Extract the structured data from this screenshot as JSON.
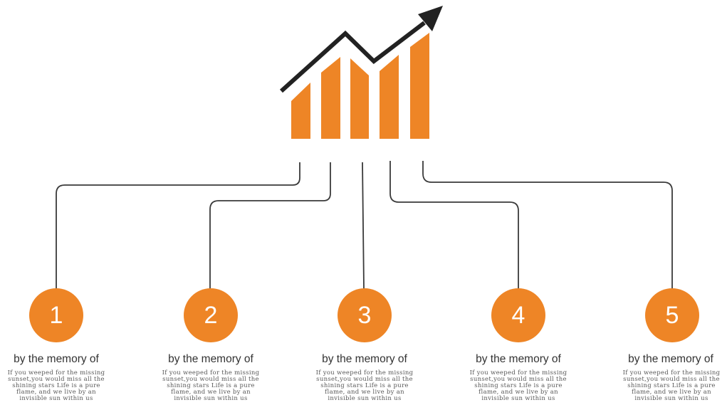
{
  "colors": {
    "accent": "#EE8526",
    "line": "#3a3a3a",
    "arrow": "#222222"
  },
  "icon": "growth-bar-chart-arrow-icon",
  "items": [
    {
      "number": "1",
      "title": "by the memory of",
      "text": "If you weeped for the missing sunset,you would miss all the shining stars Life is a pure flame, and we live by an invisible sun within us"
    },
    {
      "number": "2",
      "title": "by the memory of",
      "text": "If you weeped for the missing sunset,you would miss all the shining stars Life is a pure flame, and we live by an invisible sun within us"
    },
    {
      "number": "3",
      "title": "by the memory of",
      "text": "If you weeped for the missing sunset,you would miss all the shining stars Life is a pure flame, and we live by an invisible sun within us"
    },
    {
      "number": "4",
      "title": "by the memory of",
      "text": "If you weeped for the missing sunset,you would miss all the shining stars Life is a pure flame, and we live by an invisible sun within us"
    },
    {
      "number": "5",
      "title": "by the memory of",
      "text": "If you weeped for the missing sunset,you would miss all the shining stars Life is a pure flame, and we live by an invisible sun within us"
    }
  ]
}
